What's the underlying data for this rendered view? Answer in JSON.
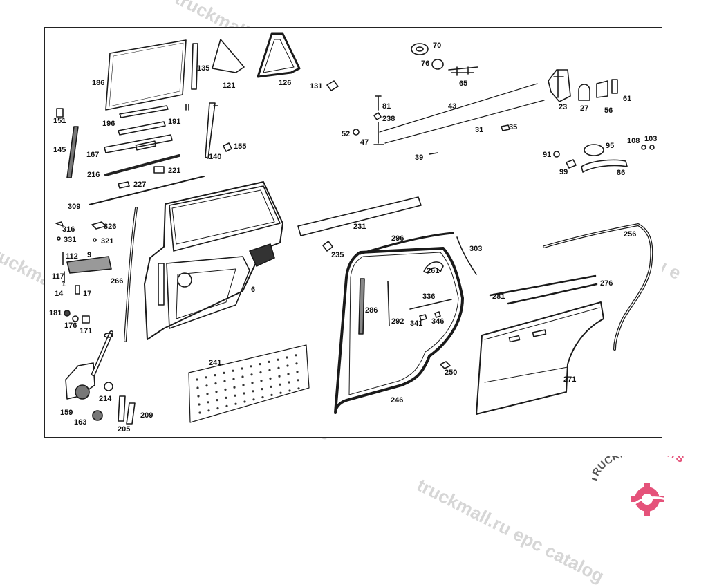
{
  "watermark": {
    "text": "truckmall.ru epc catalog",
    "text_short": "truckmall.ru e",
    "color": "#d6d6d6"
  },
  "logo": {
    "part1": "TRUCKMALL",
    "part2": "PARTS",
    "color_dark": "#555555",
    "color_accent": "#e5527a"
  },
  "callouts": [
    {
      "id": "186",
      "text": "186"
    },
    {
      "id": "135",
      "text": "135"
    },
    {
      "id": "121",
      "text": "121"
    },
    {
      "id": "126",
      "text": "126"
    },
    {
      "id": "131",
      "text": "131"
    },
    {
      "id": "70",
      "text": "70"
    },
    {
      "id": "76",
      "text": "76"
    },
    {
      "id": "65",
      "text": "65"
    },
    {
      "id": "23",
      "text": "23"
    },
    {
      "id": "27",
      "text": "27"
    },
    {
      "id": "56",
      "text": "56"
    },
    {
      "id": "61",
      "text": "61"
    },
    {
      "id": "151",
      "text": "151"
    },
    {
      "id": "196",
      "text": "196"
    },
    {
      "id": "191",
      "text": "191"
    },
    {
      "id": "81",
      "text": "81"
    },
    {
      "id": "238",
      "text": "238"
    },
    {
      "id": "43",
      "text": "43"
    },
    {
      "id": "31",
      "text": "31"
    },
    {
      "id": "35",
      "text": "35"
    },
    {
      "id": "52",
      "text": "52"
    },
    {
      "id": "47",
      "text": "47"
    },
    {
      "id": "145",
      "text": "145"
    },
    {
      "id": "167",
      "text": "167"
    },
    {
      "id": "155",
      "text": "155"
    },
    {
      "id": "140",
      "text": "140"
    },
    {
      "id": "39",
      "text": "39"
    },
    {
      "id": "91",
      "text": "91"
    },
    {
      "id": "95",
      "text": "95"
    },
    {
      "id": "108",
      "text": "108"
    },
    {
      "id": "103",
      "text": "103"
    },
    {
      "id": "99",
      "text": "99"
    },
    {
      "id": "86",
      "text": "86"
    },
    {
      "id": "216",
      "text": "216"
    },
    {
      "id": "221",
      "text": "221"
    },
    {
      "id": "227",
      "text": "227"
    },
    {
      "id": "309",
      "text": "309"
    },
    {
      "id": "231",
      "text": "231"
    },
    {
      "id": "316",
      "text": "316"
    },
    {
      "id": "326",
      "text": "326"
    },
    {
      "id": "331",
      "text": "331"
    },
    {
      "id": "321",
      "text": "321"
    },
    {
      "id": "256",
      "text": "256"
    },
    {
      "id": "296",
      "text": "296"
    },
    {
      "id": "303",
      "text": "303"
    },
    {
      "id": "235",
      "text": "235"
    },
    {
      "id": "112",
      "text": "112"
    },
    {
      "id": "9",
      "text": "9"
    },
    {
      "id": "261",
      "text": "261"
    },
    {
      "id": "117",
      "text": "117"
    },
    {
      "id": "1",
      "text": "1"
    },
    {
      "id": "266",
      "text": "266"
    },
    {
      "id": "6",
      "text": "6"
    },
    {
      "id": "276",
      "text": "276"
    },
    {
      "id": "14",
      "text": "14"
    },
    {
      "id": "17",
      "text": "17"
    },
    {
      "id": "281",
      "text": "281"
    },
    {
      "id": "336",
      "text": "336"
    },
    {
      "id": "286",
      "text": "286"
    },
    {
      "id": "181",
      "text": "181"
    },
    {
      "id": "176",
      "text": "176"
    },
    {
      "id": "292",
      "text": "292"
    },
    {
      "id": "341",
      "text": "341"
    },
    {
      "id": "346",
      "text": "346"
    },
    {
      "id": "171",
      "text": "171"
    },
    {
      "id": "241",
      "text": "241"
    },
    {
      "id": "250",
      "text": "250"
    },
    {
      "id": "271",
      "text": "271"
    },
    {
      "id": "214",
      "text": "214"
    },
    {
      "id": "159",
      "text": "159"
    },
    {
      "id": "209",
      "text": "209"
    },
    {
      "id": "163",
      "text": "163"
    },
    {
      "id": "205",
      "text": "205"
    },
    {
      "id": "246",
      "text": "246"
    }
  ]
}
